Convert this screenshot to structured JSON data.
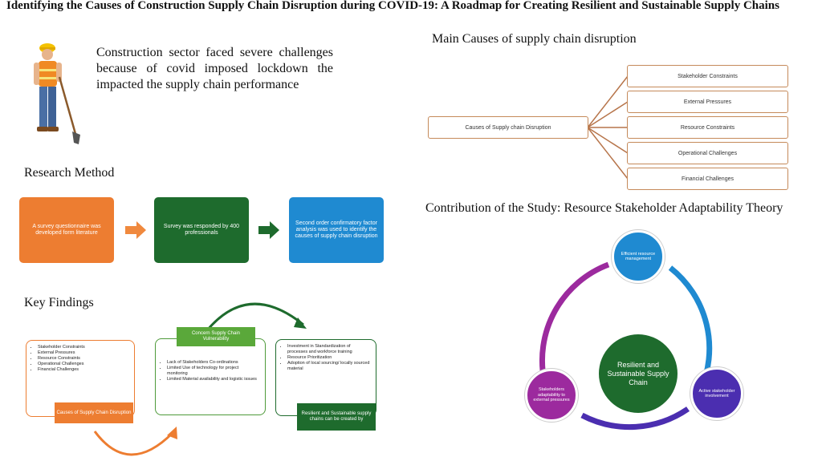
{
  "title": "Identifying the Causes of Construction Supply Chain Disruption during COVID-19: A Roadmap for Creating Resilient and Sustainable Supply Chains",
  "intro": "Construction sector faced severe challenges because of covid imposed lockdown the impacted the supply chain performance",
  "research_method": {
    "heading": "Research Method",
    "steps": [
      "A survey questionnaire was developed form literature",
      "Survey was responded by 400 professionals",
      "Second order confirmatory factor analysis was used to identify the causes of supply chain disruption"
    ]
  },
  "key_findings": {
    "heading": "Key Findings",
    "card1": {
      "items": [
        "Stakeholder Constraints",
        "External Pressures",
        "Resource Constraints",
        "Operational Challenges",
        "Financial Challenges"
      ],
      "tag": "Causes of Supply Chain Disruption"
    },
    "card2": {
      "tag": "Concern Supply Chain Vulnerability",
      "items": [
        "Lack of Stakeholders Co-ordinations",
        "Limited Use of technology for project monitoring",
        "Limited Material availability and logistic issues"
      ]
    },
    "card3": {
      "items": [
        "Investment in Standardization of processes and workforce training",
        "Resource Prioritization",
        "Adoption of local sourcing/ locally sourced material"
      ],
      "tag": "Resilient and Sustainable supply chains can be created by"
    }
  },
  "causes": {
    "heading": "Main Causes of supply chain disruption",
    "root": "Causes of Supply chain Disruption",
    "items": [
      "Stakeholder Constraints",
      "External Pressures",
      "Resource Constraints",
      "Operational Challenges",
      "Financial Challenges"
    ]
  },
  "contribution": {
    "heading": "Contribution of the Study: Resource Stakeholder Adaptability Theory",
    "center": "Resilient and Sustainable Supply Chain",
    "nodes": [
      "Efficient resource management",
      "Active stakeholder involvement",
      "Stakeholders adaptability to external pressures"
    ]
  },
  "colors": {
    "orange": "#ed7d31",
    "green": "#1e6b2d",
    "blue": "#1f8ad1",
    "purple": "#9c2a9e",
    "indigo": "#4b2eb0",
    "arrow_orange": "#f0893e"
  }
}
